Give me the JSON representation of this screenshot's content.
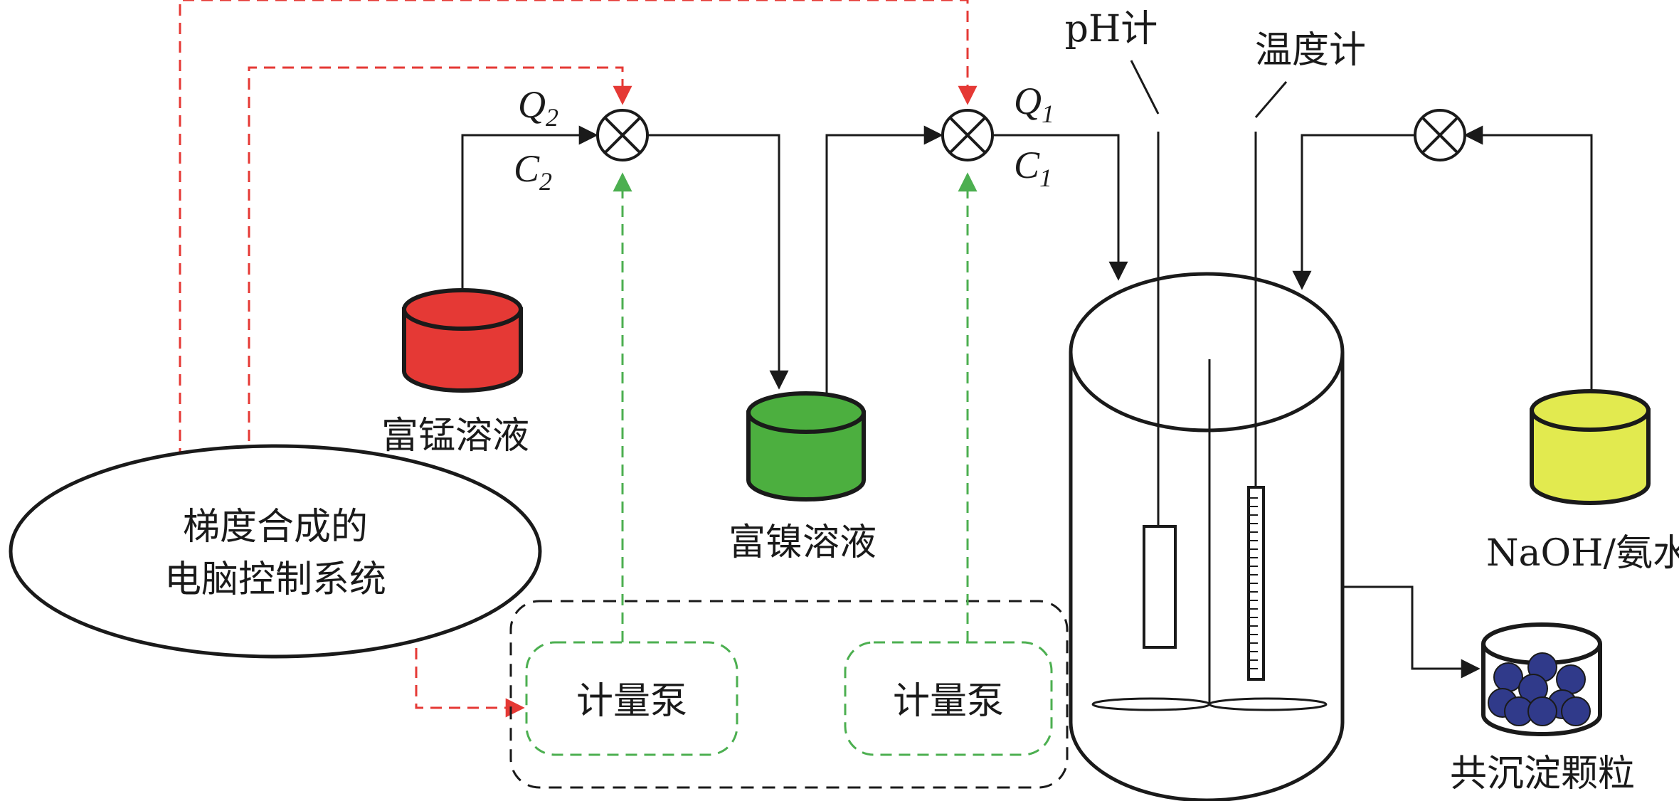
{
  "labels": {
    "mn_solution": "富锰溶液",
    "ni_solution": "富镍溶液",
    "naoh": "NaOH/氨水",
    "ph_meter": "pH计",
    "thermometer": "温度计",
    "pump1": "计量泵",
    "pump2": "计量泵",
    "coprecipitate": "共沉淀颗粒",
    "control_line1": "梯度合成的",
    "control_line2": "电脑控制系统",
    "q2": "Q",
    "q2_sub": "2",
    "c2": "C",
    "c2_sub": "2",
    "q1": "Q",
    "q1_sub": "1",
    "c1": "C",
    "c1_sub": "1"
  },
  "colors": {
    "mn_tank": "#e53935",
    "ni_tank": "#4caf3f",
    "naoh_tank": "#e2ea4f",
    "red_signal": "#e53935",
    "green_signal": "#4caf50",
    "particle": "#303a8a"
  }
}
